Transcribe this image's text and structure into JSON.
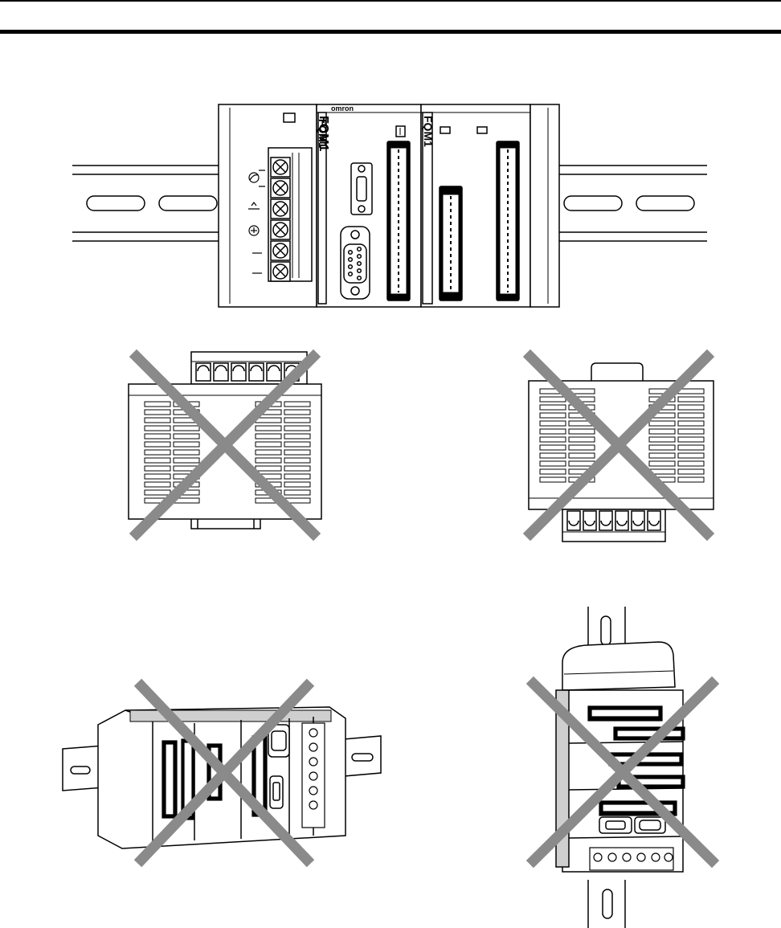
{
  "brand_logo": "omron",
  "module_labels": {
    "power_unit": "FQM1",
    "coordinator": "FQM1",
    "motion_module": "FQM1"
  },
  "figures": [
    {
      "id": "correct-horizontal-mounting",
      "crossed_out": false
    },
    {
      "id": "upside-down-mounting",
      "crossed_out": true
    },
    {
      "id": "inverted-mounting",
      "crossed_out": true
    },
    {
      "id": "reverse-order-mounting",
      "crossed_out": true
    },
    {
      "id": "vertical-mounting",
      "crossed_out": true
    }
  ],
  "colors": {
    "line": "#000000",
    "cross": "#8a8a8a",
    "fill": "#ffffff",
    "shade": "#cfcfcf"
  }
}
